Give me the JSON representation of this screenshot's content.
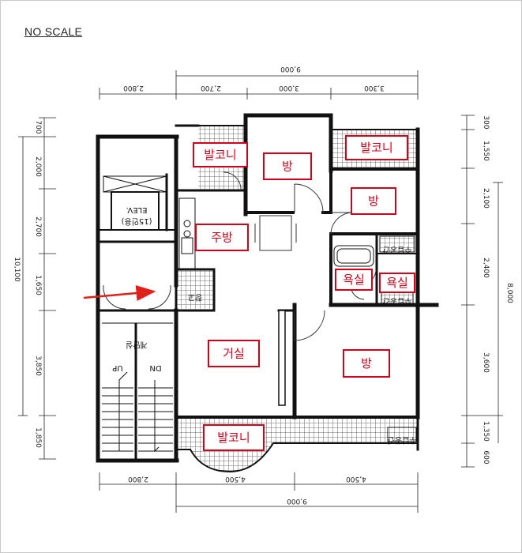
{
  "header": {
    "scale_note": "NO SCALE"
  },
  "rooms": {
    "balcony_nw": "발코니",
    "balcony_ne": "발코니",
    "balcony_s": "발코니",
    "room_n": "방",
    "room_ne": "방",
    "room_se": "방",
    "kitchen": "주방",
    "living": "거실",
    "bath_1": "욕실",
    "bath_2": "욕실"
  },
  "dimensions": {
    "top_total": "9,000",
    "top_1": "2,800",
    "top_2": "2,700",
    "top_3": "3,000",
    "top_4": "3,300",
    "bottom_1": "2,800",
    "bottom_2": "4,500",
    "bottom_3": "4,500",
    "bottom_total": "9,000",
    "left_total": "10,100",
    "left_1": "700",
    "left_2": "2,000",
    "left_3": "2,700",
    "left_4": "1,650",
    "left_5": "3,850",
    "left_6": "1,850",
    "right_total": "8,000",
    "right_1": "300",
    "right_2": "1,550",
    "right_3": "2,100",
    "right_4": "2,400",
    "right_5": "3,600",
    "right_6": "1,350",
    "right_7": "600"
  },
  "fixtures": {
    "elevator": "ELEV.",
    "elevator_capacity": "(15인용)",
    "stair_up": "UP",
    "stair_dn": "DN",
    "stair_label": "계단실",
    "storage_1": "수납공간",
    "storage_2": "수납공간",
    "storage_3": "수납공간",
    "small_room": "창고"
  },
  "colors": {
    "label_red": "#d4001a",
    "arrow_red": "#e0201a",
    "wall": "#111111"
  }
}
